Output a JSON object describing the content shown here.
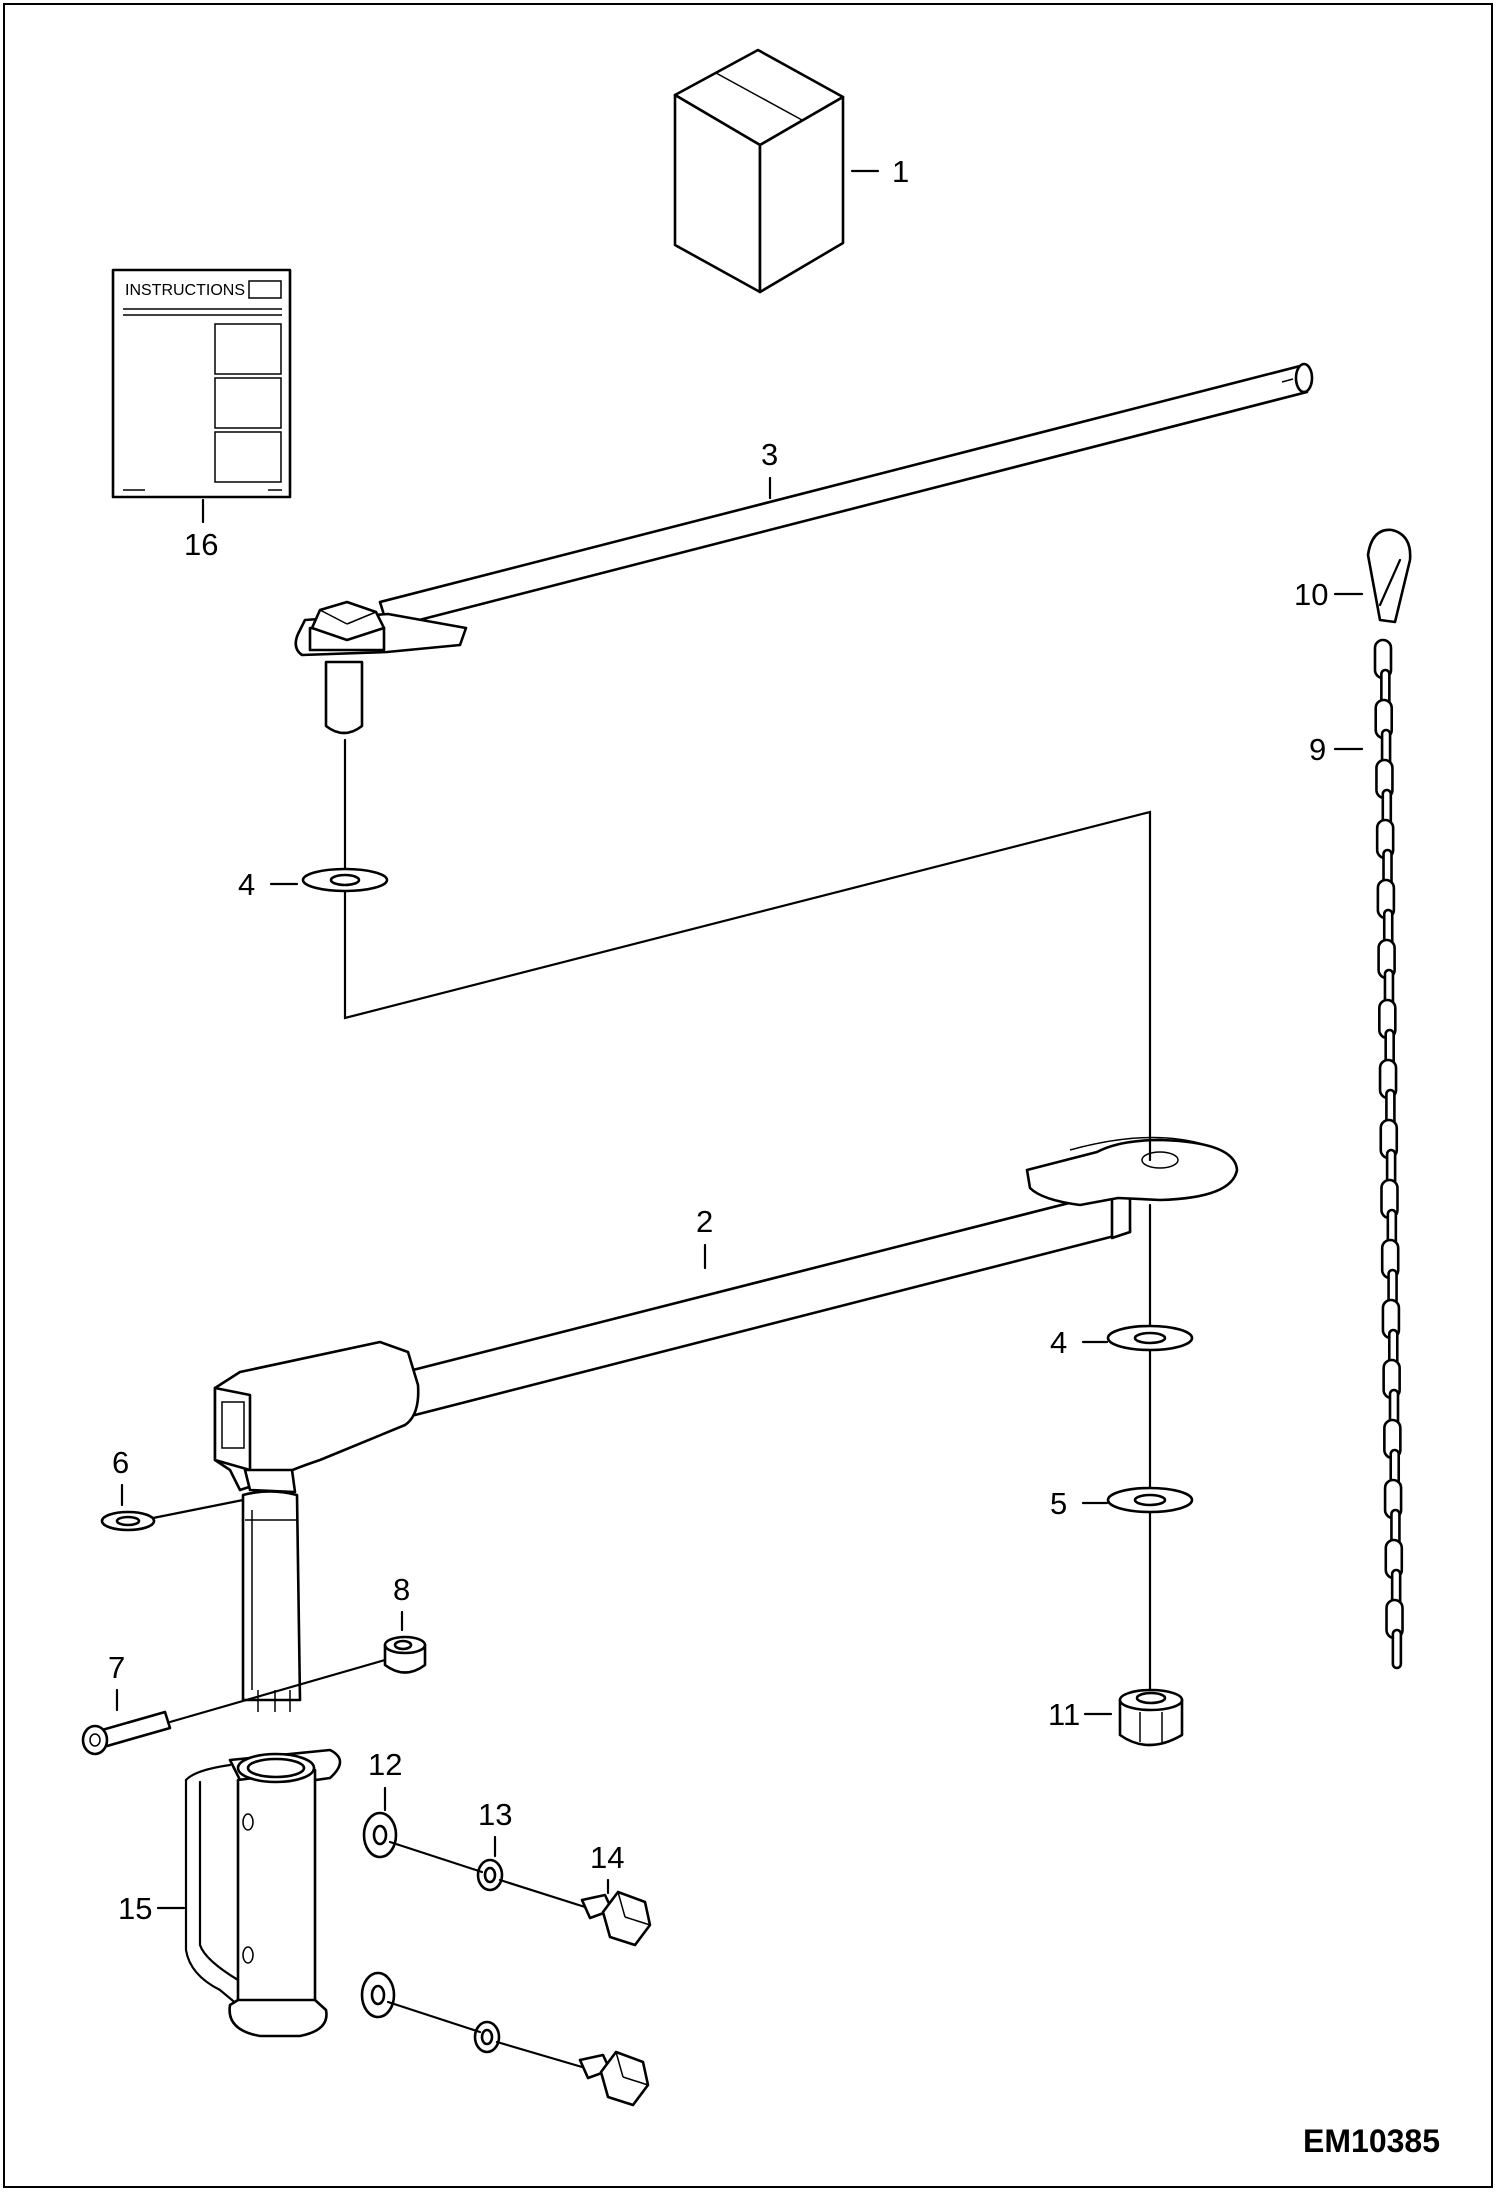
{
  "diagram": {
    "drawing_code": "EM10385",
    "instructions_heading": "INSTRUCTIONS",
    "callouts": [
      {
        "id": "c1",
        "label": "1"
      },
      {
        "id": "c16",
        "label": "16"
      },
      {
        "id": "c3",
        "label": "3"
      },
      {
        "id": "c10",
        "label": "10"
      },
      {
        "id": "c9",
        "label": "9"
      },
      {
        "id": "c4a",
        "label": "4"
      },
      {
        "id": "c2",
        "label": "2"
      },
      {
        "id": "c4b",
        "label": "4"
      },
      {
        "id": "c6",
        "label": "6"
      },
      {
        "id": "c5",
        "label": "5"
      },
      {
        "id": "c8",
        "label": "8"
      },
      {
        "id": "c7",
        "label": "7"
      },
      {
        "id": "c11",
        "label": "11"
      },
      {
        "id": "c12",
        "label": "12"
      },
      {
        "id": "c13",
        "label": "13"
      },
      {
        "id": "c14",
        "label": "14"
      },
      {
        "id": "c15",
        "label": "15"
      }
    ]
  }
}
